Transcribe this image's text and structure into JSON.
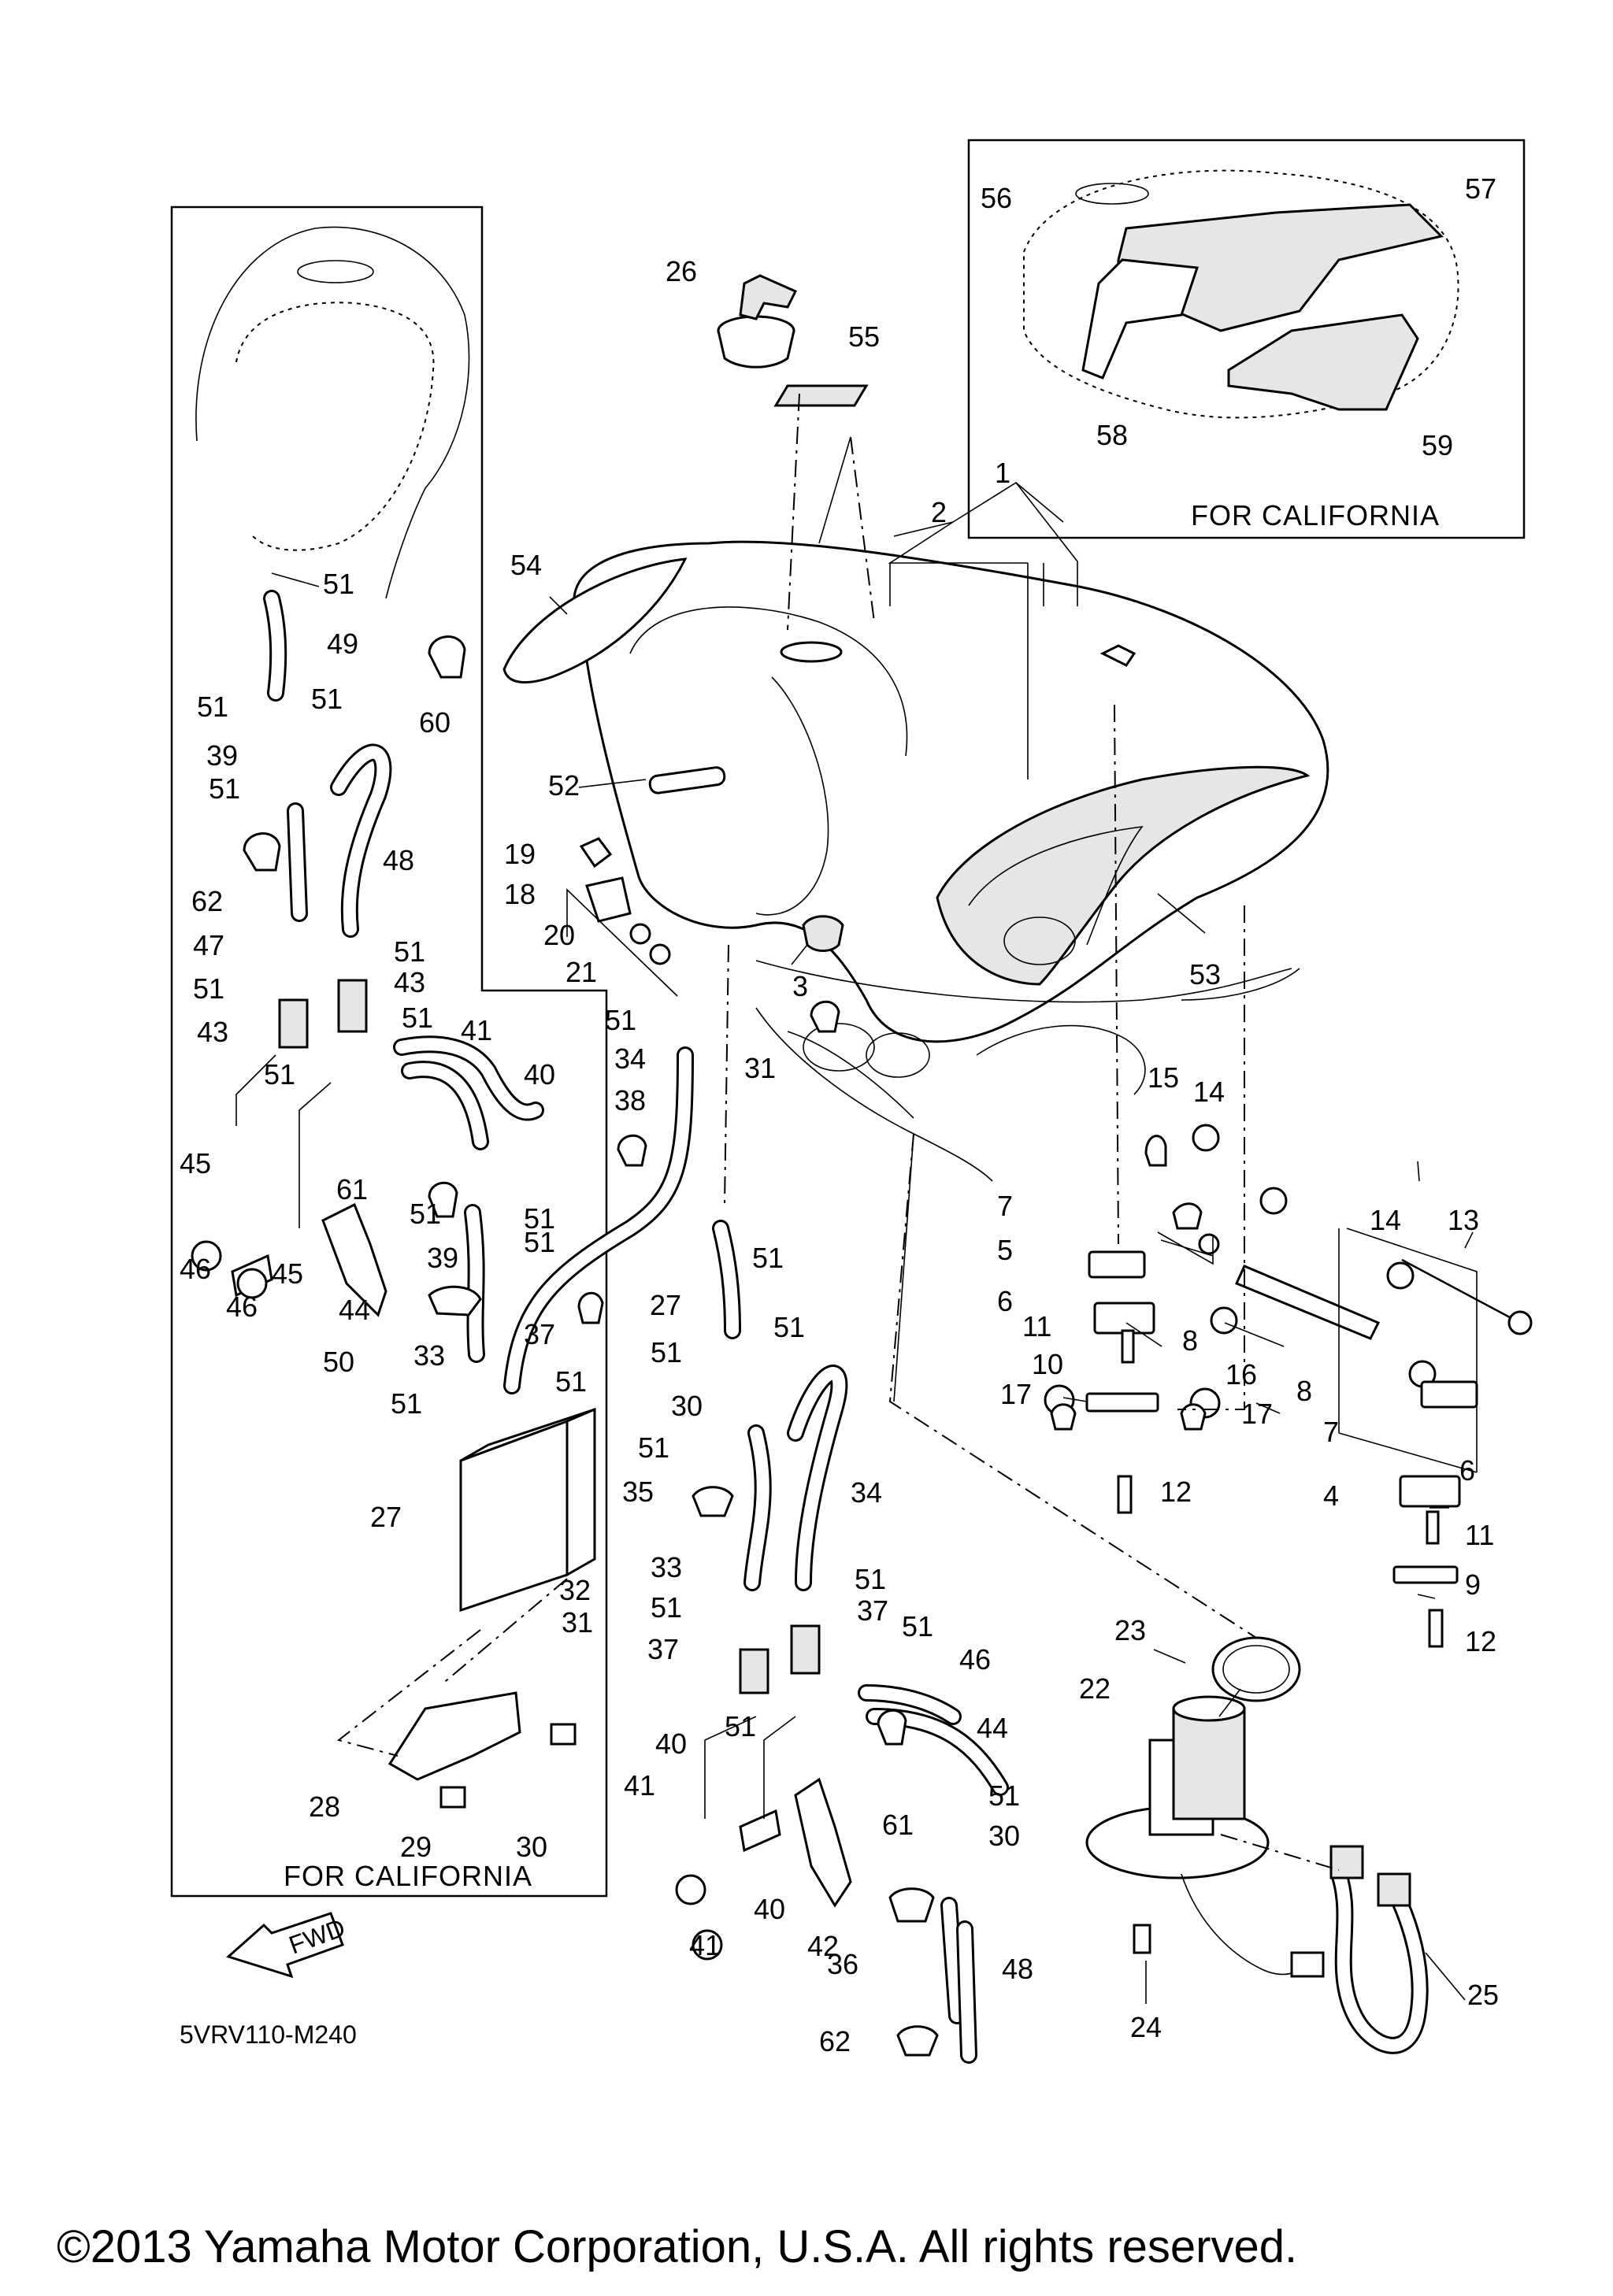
{
  "diagram_code": "5VRV110-M240",
  "copyright": "©2013 Yamaha Motor Corporation, U.S.A. All rights reserved.",
  "fwd_label": "FWD",
  "california_box_left": "FOR CALIFORNIA",
  "california_box_top": "FOR CALIFORNIA",
  "callouts": {
    "c1": "1",
    "c2": "2",
    "c3": "3",
    "c4": "4",
    "c5": "5",
    "c6a": "6",
    "c6b": "6",
    "c7a": "7",
    "c7b": "7",
    "c8a": "8",
    "c8b": "8",
    "c9": "9",
    "c10": "10",
    "c11a": "11",
    "c11b": "11",
    "c12a": "12",
    "c12b": "12",
    "c13": "13",
    "c14a": "14",
    "c14b": "14",
    "c15": "15",
    "c16": "16",
    "c17a": "17",
    "c17b": "17",
    "c18": "18",
    "c19": "19",
    "c20": "20",
    "c21": "21",
    "c22": "22",
    "c23": "23",
    "c24": "24",
    "c25": "25",
    "c26": "26",
    "c27a": "27",
    "c27b": "27",
    "c28": "28",
    "c29": "29",
    "c30a": "30",
    "c30b": "30",
    "c30c": "30",
    "c31a": "31",
    "c31b": "31",
    "c32": "32",
    "c33a": "33",
    "c33b": "33",
    "c34a": "34",
    "c34b": "34",
    "c35": "35",
    "c36": "36",
    "c37a": "37",
    "c37b": "37",
    "c37c": "37",
    "c38": "38",
    "c39a": "39",
    "c39b": "39",
    "c40a": "40",
    "c40b": "40",
    "c40c": "40",
    "c41a": "41",
    "c41b": "41",
    "c41c": "41",
    "c42": "42",
    "c43a": "43",
    "c43b": "43",
    "c44a": "44",
    "c44b": "44",
    "c45a": "45",
    "c45b": "45",
    "c46a": "46",
    "c46b": "46",
    "c46c": "46",
    "c47": "47",
    "c48a": "48",
    "c48b": "48",
    "c49": "49",
    "c50": "50",
    "c51a": "51",
    "c51b": "51",
    "c51c": "51",
    "c51d": "51",
    "c51e": "51",
    "c51f": "51",
    "c51g": "51",
    "c51h": "51",
    "c51i": "51",
    "c51j": "51",
    "c51k": "51",
    "c51l": "51",
    "c51m": "51",
    "c51n": "51",
    "c51o": "51",
    "c51p": "51",
    "c51q": "51",
    "c51r": "51",
    "c51s": "51",
    "c51t": "51",
    "c51u": "51",
    "c51v": "51",
    "c51w": "51",
    "c52": "52",
    "c53": "53",
    "c54": "54",
    "c55": "55",
    "c56": "56",
    "c57": "57",
    "c58": "58",
    "c59": "59",
    "c60": "60",
    "c61a": "61",
    "c61b": "61",
    "c62a": "62",
    "c62b": "62"
  }
}
